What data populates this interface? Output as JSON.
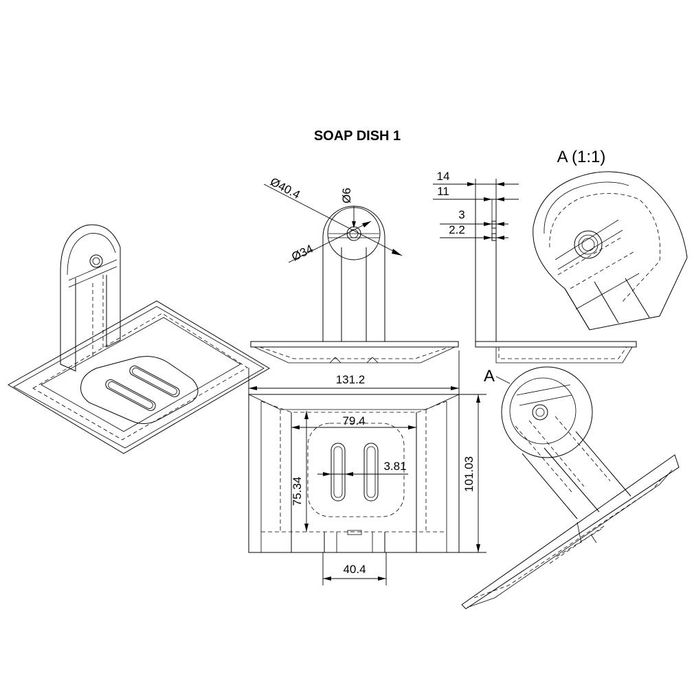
{
  "title": "SOAP DISH 1",
  "detail_label": "A (1:1)",
  "section_marker": "A",
  "front_view": {
    "dia_outer": "Ø40.4",
    "dia_hole": "Ø6",
    "dia_inner": "Ø34"
  },
  "side_view": {
    "dim_14": "14",
    "dim_11": "11",
    "dim_3": "3",
    "dim_2_2": "2.2"
  },
  "top_view": {
    "width": "131.2",
    "inner_width": "79.4",
    "inner_height": "75.34",
    "slot_width": "3.81",
    "depth": "101.03",
    "mount_width": "40.4"
  }
}
